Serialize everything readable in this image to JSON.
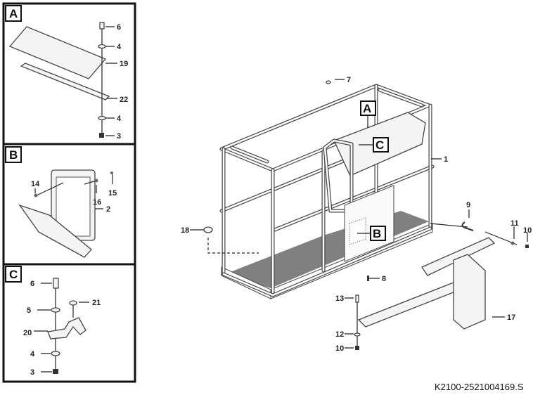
{
  "drawing_code": "K2100-2521004169.S",
  "detail_panels": [
    {
      "letter": "A",
      "callouts": [
        "6",
        "4",
        "19",
        "22",
        "4",
        "3"
      ]
    },
    {
      "letter": "B",
      "callouts": [
        "14",
        "16",
        "15",
        "2"
      ]
    },
    {
      "letter": "C",
      "callouts": [
        "6",
        "21",
        "5",
        "20",
        "4",
        "3"
      ]
    }
  ],
  "main_view": {
    "detail_refs": [
      "A",
      "C",
      "B"
    ],
    "callouts": [
      "7",
      "1",
      "9",
      "11",
      "10",
      "18",
      "8",
      "13",
      "17",
      "12",
      "10"
    ]
  }
}
